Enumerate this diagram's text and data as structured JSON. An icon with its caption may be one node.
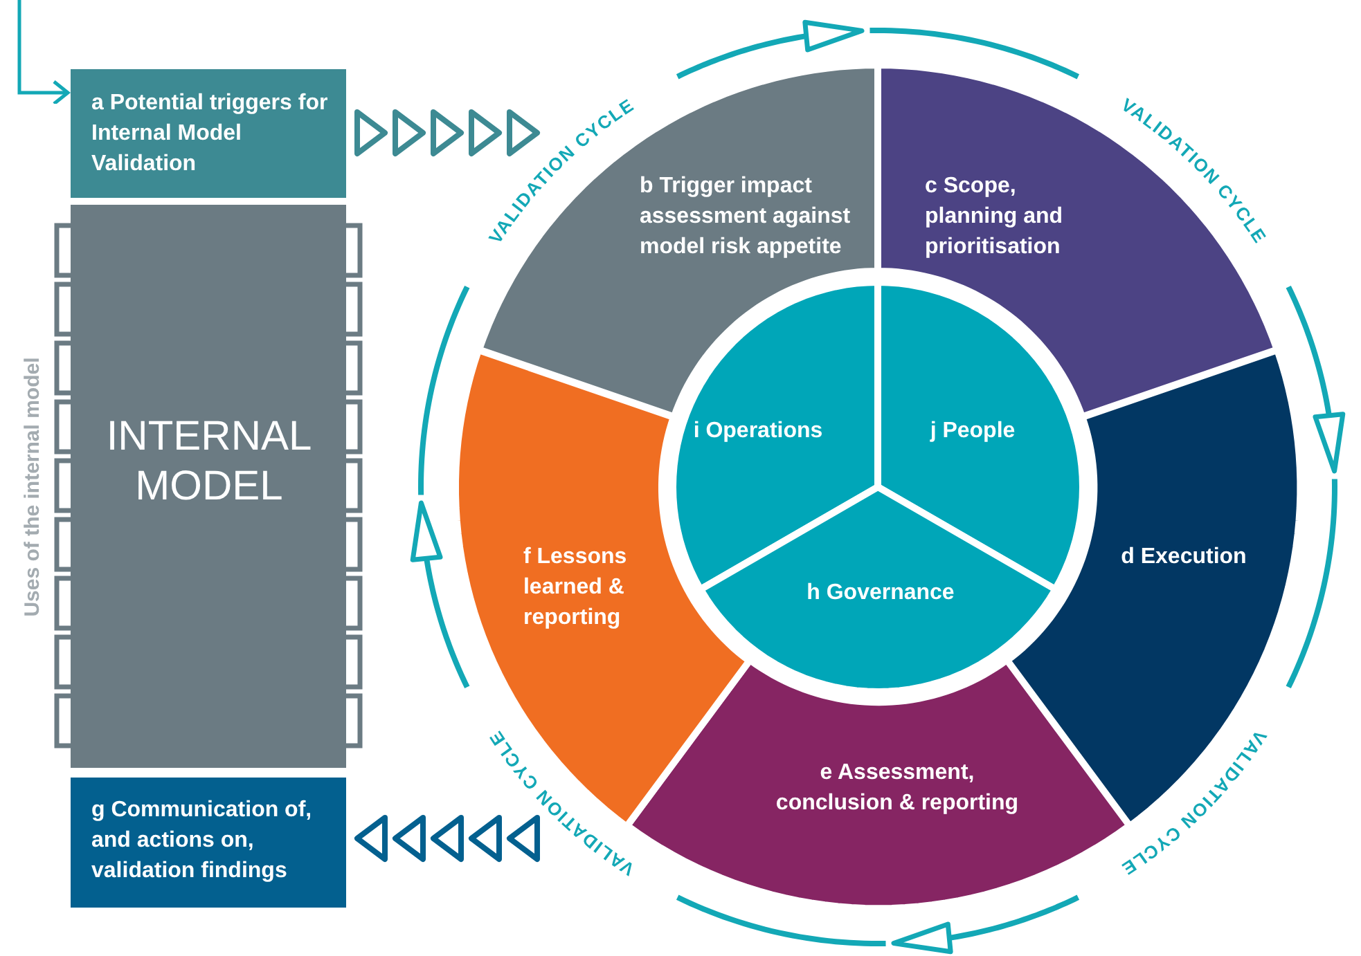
{
  "diagram": {
    "nodes": [
      {
        "text": [
          "a Potential triggers for Internal Model Validation"
        ]
      },
      {
        "text": [
          "INTERNAL MODEL"
        ],
        "beside": [
          "Uses of the internal model"
        ]
      },
      {
        "text": [
          "g Communication of, and actions on, validation findings"
        ]
      },
      {
        "text": [
          "b Trigger impact assessment against model risk appetite"
        ]
      },
      {
        "text": [
          "c Scope, planning and prioritisation"
        ]
      },
      {
        "text": [
          "d Execution"
        ]
      },
      {
        "text": [
          "e Assessment, conclusion & reporting"
        ]
      },
      {
        "text": [
          "f Lessons learned & reporting"
        ]
      },
      {
        "text": [
          "i Operations"
        ]
      },
      {
        "text": [
          "j People"
        ]
      },
      {
        "text": [
          "h Governance"
        ]
      }
    ],
    "edges": [
      {
        "from": null,
        "to": 0,
        "arrow": "to"
      },
      {
        "from": 0,
        "to": 3,
        "arrow": "to",
        "color": "#3d8a93"
      },
      {
        "from": 6,
        "to": 2,
        "arrow": "to",
        "color": "#03608f"
      }
    ],
    "labels": [
      "VALIDATION CYCLE",
      "VALIDATION CYCLE",
      "VALIDATION CYCLE",
      "VALIDATION CYCLE"
    ]
  }
}
